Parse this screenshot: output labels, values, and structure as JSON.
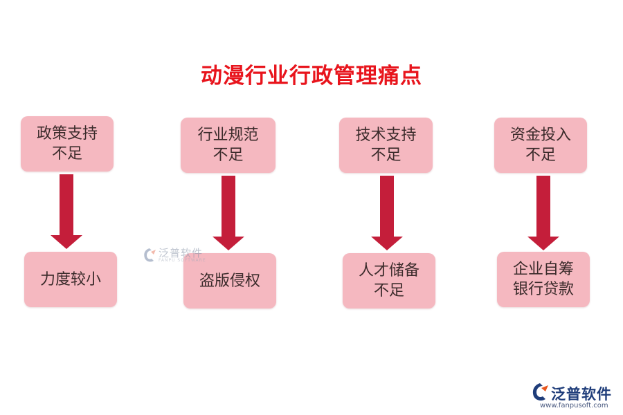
{
  "title": "动漫行业行政管理痛点",
  "colors": {
    "title": "#e8141c",
    "box_fill": "#f5b8c0",
    "arrow": "#c41e3a"
  },
  "columns": [
    {
      "top": "政策支持\n不足",
      "bottom": "力度较小"
    },
    {
      "top": "行业规范\n不足",
      "bottom": "盗版侵权"
    },
    {
      "top": "技术支持\n不足",
      "bottom": "人才储备\n不足"
    },
    {
      "top": "资金投入\n不足",
      "bottom": "企业自筹\n银行贷款"
    }
  ],
  "watermark": {
    "center_text": "泛普软件",
    "center_url": "FANPU SOFTWARE",
    "logo_text": "泛普软件",
    "logo_url": "www.fanpusoft.com",
    "logo_icon": "fanpu-logo-icon"
  }
}
